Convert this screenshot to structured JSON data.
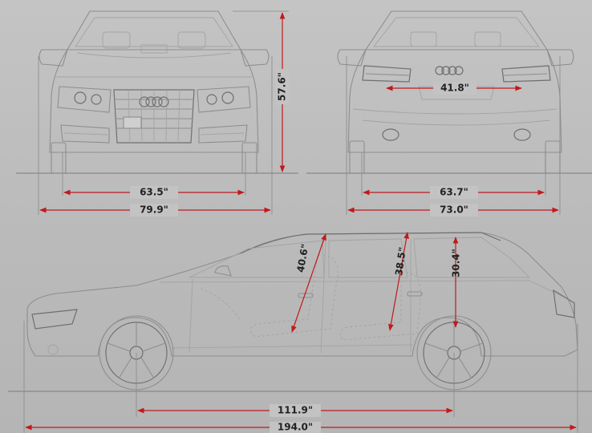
{
  "dimensions": {
    "front_track": "63.5\"",
    "width": "79.9\"",
    "height": "57.6\"",
    "rear_gap": "41.8\"",
    "rear_track": "63.7\"",
    "rear_width": "73.0\"",
    "front_headroom": "40.6\"",
    "rear_headroom": "38.5\"",
    "cargo_height": "30.4\"",
    "wheelbase": "111.9\"",
    "length": "194.0\""
  },
  "colors": {
    "background": "#bcbcbc",
    "linework": "#8e8e8e",
    "dimension_line": "#c0191c",
    "label_text": "#222222"
  }
}
